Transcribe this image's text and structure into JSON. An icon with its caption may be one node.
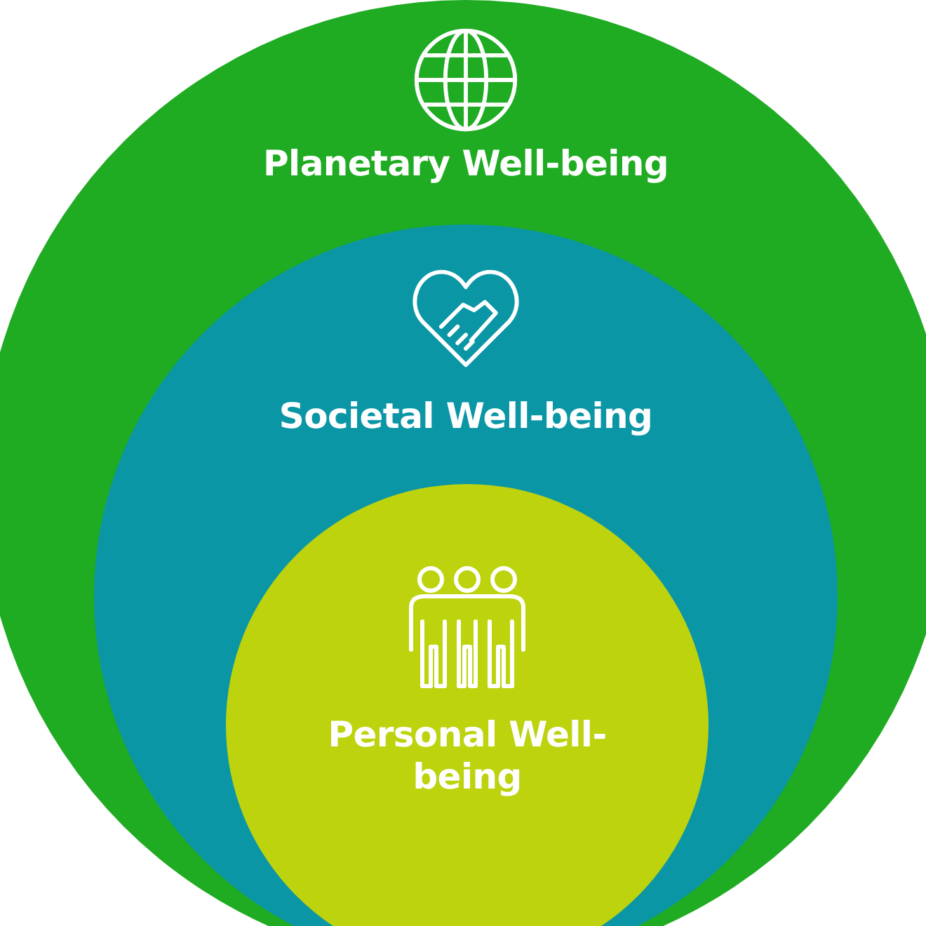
{
  "diagram": {
    "nodes": [
      {
        "text": [
          "Planetary Well-being"
        ]
      },
      {
        "text": [
          "Societal Well-being"
        ],
        "in": 0
      },
      {
        "text": [
          "Personal Well-being"
        ],
        "in": 1
      }
    ]
  }
}
